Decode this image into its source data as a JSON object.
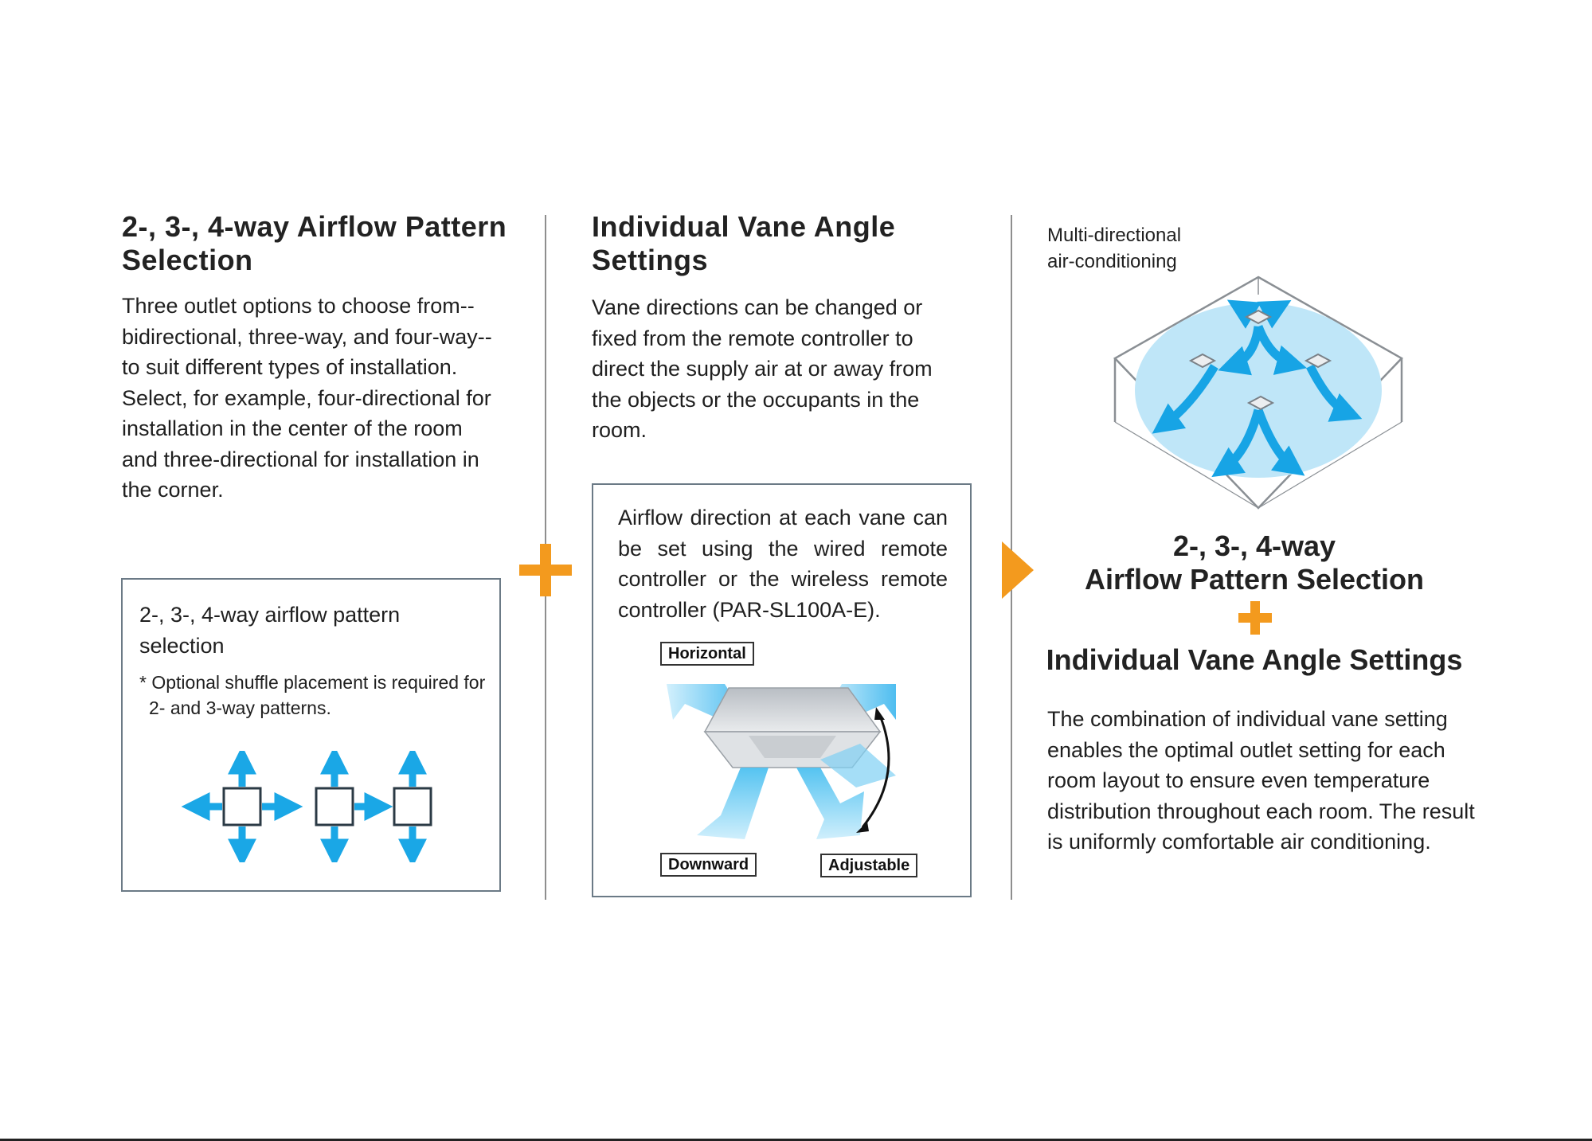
{
  "left": {
    "title": "2-, 3-, 4-way Airflow Pattern Selection",
    "description": "Three outlet options to choose from--bidirectional, three-way, and four-way--to suit different types of installation. Select, for example, four-directional for installation in the center of the room and three-directional for installation in the corner.",
    "box_title": "2-, 3-, 4-way airflow pattern selection",
    "box_note": "* Optional shuffle placement is required for 2- and 3-way patterns."
  },
  "middle": {
    "title": "Individual Vane Angle Settings",
    "description": "Vane directions can be changed or fixed from the remote controller to direct the supply air at or away from the objects or the occupants in the room.",
    "box_text": "Airflow direction at each vane can be set using the wired remote controller or the wireless remote controller (PAR-SL100A-E).",
    "label_horizontal": "Horizontal",
    "label_downward": "Downward",
    "label_adjustable": "Adjustable"
  },
  "right": {
    "caption": "Multi-directional air-conditioning",
    "summary_line1": "2-, 3-, 4-way",
    "summary_line2": "Airflow Pattern Selection",
    "summary_line3": "Individual Vane Angle Settings",
    "description": "The combination of individual vane setting enables the optimal outlet setting for each room layout to ensure even temperature distribution throughout each room. The result is uniformly comfortable air conditioning."
  },
  "colors": {
    "accent_orange": "#f39a1e",
    "airflow_blue": "#1aa7e6",
    "light_blue": "#bfe6f8",
    "box_border": "#6b7a86"
  },
  "icons": [
    "plus-icon",
    "arrow-right-icon",
    "airflow-4way-icon",
    "airflow-3way-icon",
    "airflow-2way-icon",
    "room-airflow-diagram",
    "cassette-unit-diagram"
  ]
}
